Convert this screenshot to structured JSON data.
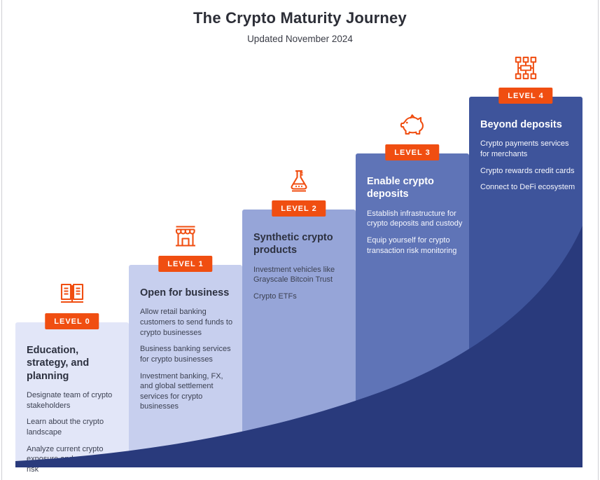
{
  "header": {
    "title": "The Crypto Maturity Journey",
    "subtitle": "Updated November 2024"
  },
  "colors": {
    "accent": "#f04e11",
    "swoosh": "#293a7c",
    "edge_line": "#cfcfd4"
  },
  "levels": [
    {
      "badge": "LEVEL 0",
      "icon": "open-book-icon",
      "title": "Education, strategy, and planning",
      "items": [
        "Designate team of crypto stakeholders",
        "Learn about the crypto landscape",
        "Analyze current crypto exposure and associated risk"
      ],
      "panel_color": "#e2e6f8",
      "text_theme": "dark"
    },
    {
      "badge": "LEVEL 1",
      "icon": "storefront-icon",
      "title": "Open for business",
      "items": [
        "Allow retail banking customers to send funds to crypto businesses",
        "Business banking services for crypto businesses",
        "Investment banking, FX, and global settlement services for crypto businesses"
      ],
      "panel_color": "#c7cfee",
      "text_theme": "dark"
    },
    {
      "badge": "LEVEL 2",
      "icon": "flask-icon",
      "title": "Synthetic crypto products",
      "items": [
        "Investment vehicles like Grayscale Bitcoin Trust",
        "Crypto ETFs"
      ],
      "panel_color": "#96a5d8",
      "text_theme": "dark"
    },
    {
      "badge": "LEVEL 3",
      "icon": "piggy-bank-icon",
      "title": "Enable crypto deposits",
      "items": [
        "Establish infrastructure for crypto deposits and custody",
        "Equip yourself for crypto transaction risk monitoring"
      ],
      "panel_color": "#5f74b7",
      "text_theme": "light"
    },
    {
      "badge": "LEVEL 4",
      "icon": "network-icon",
      "title": "Beyond deposits",
      "items": [
        "Crypto payments services for merchants",
        "Crypto rewards credit cards",
        "Connect to DeFi ecosystem"
      ],
      "panel_color": "#3e549b",
      "text_theme": "light"
    }
  ]
}
